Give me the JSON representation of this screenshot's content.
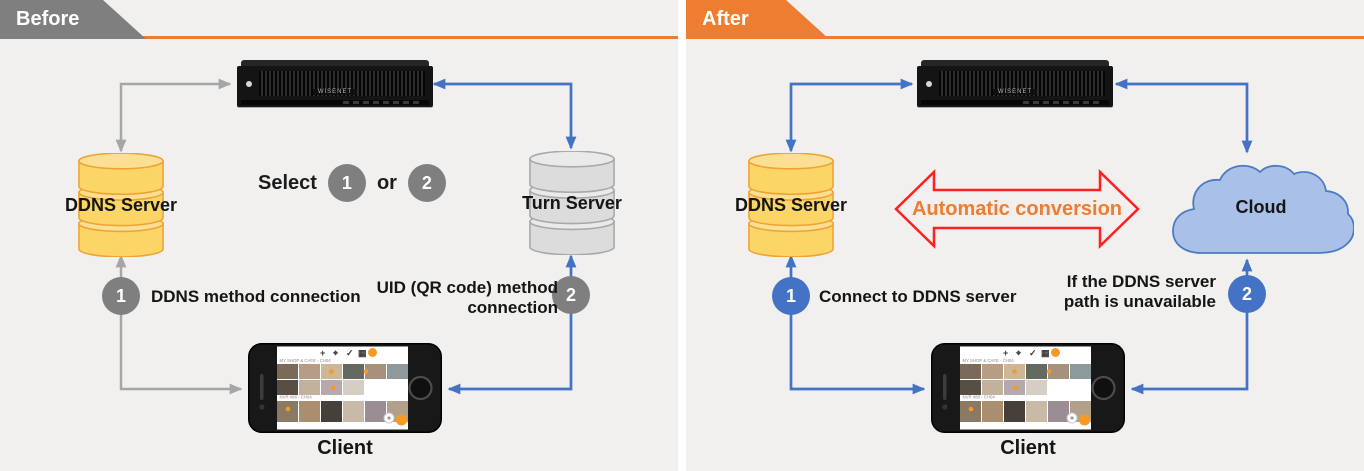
{
  "colors": {
    "accent_orange": "#ED7D31",
    "tab_gray": "#7F7F7F",
    "arrow_gray": "#A6A6A6",
    "arrow_blue": "#4472C4",
    "conversion_red": "#FF1F1F",
    "ddns_fill": "#FCD567",
    "turn_fill": "#DCDCDC",
    "cloud_fill": "#A9C0E8",
    "panel_bg": "#F1F0EE"
  },
  "before": {
    "tab_label": "Before",
    "ddns_label": "DDNS Server",
    "turn_label": "Turn Server",
    "select_text": "Select",
    "or_text": "or",
    "option1": "1",
    "option2": "2",
    "step1_num": "1",
    "step1_text": "DDNS method connection",
    "step2_num": "2",
    "step2_text": "UID (QR code) method connection",
    "client_label": "Client"
  },
  "after": {
    "tab_label": "After",
    "ddns_label": "DDNS Server",
    "cloud_label": "Cloud",
    "conversion_text": "Automatic conversion",
    "step1_num": "1",
    "step1_text": "Connect to DDNS server",
    "step2_num": "2",
    "step2_text": "If the DDNS server path is unavailable",
    "client_label": "Client"
  },
  "nvr": {
    "brand": "WISENET"
  },
  "phone": {
    "section1_label": "MY SHOP & CAFE - CH04",
    "section2_label": "NVR #88 - CH04",
    "toolbar_icons": {
      "plus": "+",
      "locate": "⌖",
      "check": "✓",
      "grid": "▦"
    }
  }
}
